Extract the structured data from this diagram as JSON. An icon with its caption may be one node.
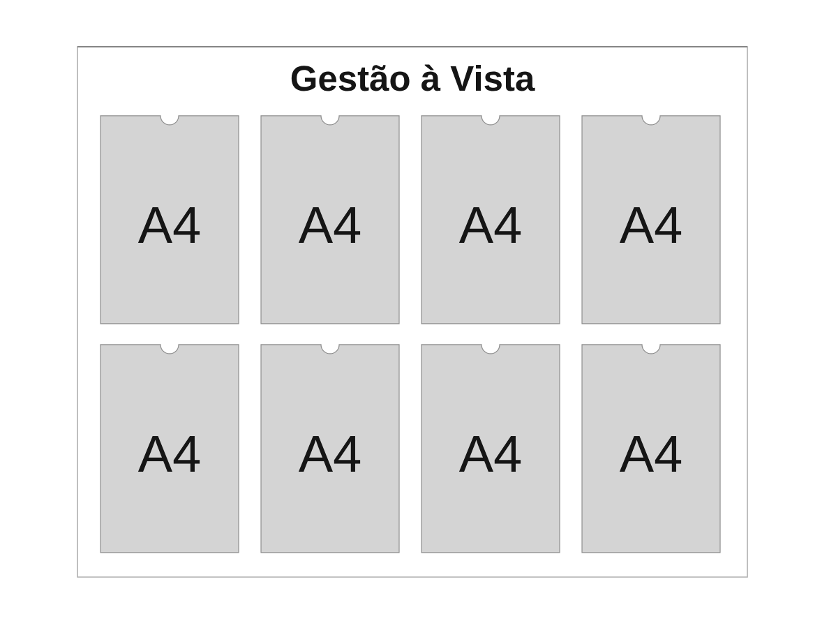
{
  "diagram": {
    "nodes": [
      {
        "text": [
          "Gestão à Vista"
        ]
      },
      {
        "text": [
          "A4"
        ],
        "in": 0
      },
      {
        "text": [
          "A4"
        ],
        "in": 0
      },
      {
        "text": [
          "A4"
        ],
        "in": 0
      },
      {
        "text": [
          "A4"
        ],
        "in": 0
      },
      {
        "text": [
          "A4"
        ],
        "in": 0
      },
      {
        "text": [
          "A4"
        ],
        "in": 0
      },
      {
        "text": [
          "A4"
        ],
        "in": 0
      },
      {
        "text": [
          "A4"
        ],
        "in": 0
      }
    ]
  }
}
